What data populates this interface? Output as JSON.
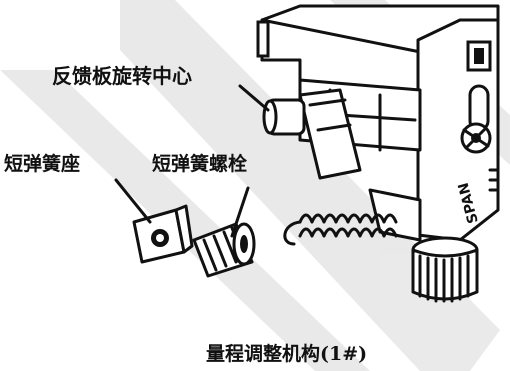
{
  "labels": {
    "feedback_pivot": "反馈板旋转中心",
    "short_spring_seat": "短弹簧座",
    "short_spring_bolt": "短弹簧螺栓",
    "span_marking": "SPAN"
  },
  "caption": "量程调整机构(1#)",
  "watermark_color": "#e6e6e6"
}
